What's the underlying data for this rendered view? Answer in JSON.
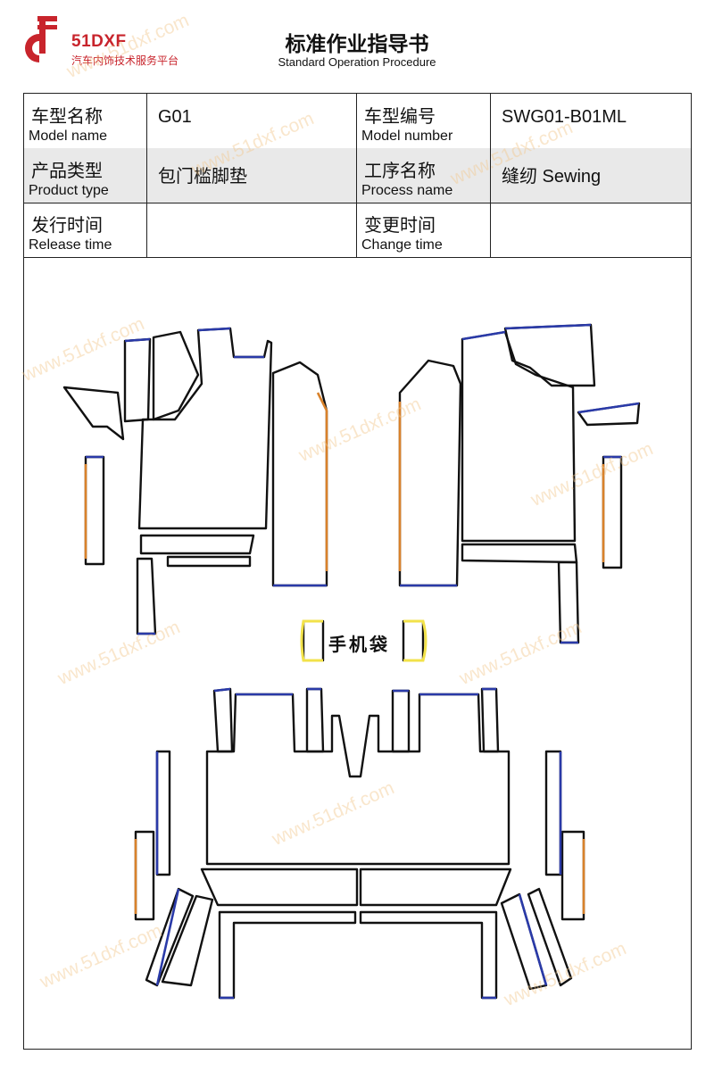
{
  "header": {
    "brand": "51DXF",
    "brand_subtitle": "汽车内饰技术服务平台",
    "title": "标准作业指导书",
    "subtitle": "Standard Operation Procedure"
  },
  "watermark": "www.51dxf.com",
  "form": {
    "rows": [
      {
        "label1_cn": "车型名称",
        "label1_en": "Model name",
        "value1": "G01",
        "label2_cn": "车型编号",
        "label2_en": "Model number",
        "value2": "SWG01-B01ML"
      },
      {
        "label1_cn": "产品类型",
        "label1_en": "Product type",
        "value1": "包门槛脚垫",
        "label2_cn": "工序名称",
        "label2_en": "Process name",
        "value2": "缝纫 Sewing"
      },
      {
        "label1_cn": "发行时间",
        "label1_en": "Release time",
        "value1": "",
        "label2_cn": "变更时间",
        "label2_en": "Change time",
        "value2": ""
      }
    ]
  },
  "drawing": {
    "pocket_label": "手机袋",
    "colors": {
      "outline": "#111111",
      "blue_edge": "#2a3aa8",
      "orange_edge": "#d9822b",
      "yellow_edge": "#f2e24a"
    }
  }
}
